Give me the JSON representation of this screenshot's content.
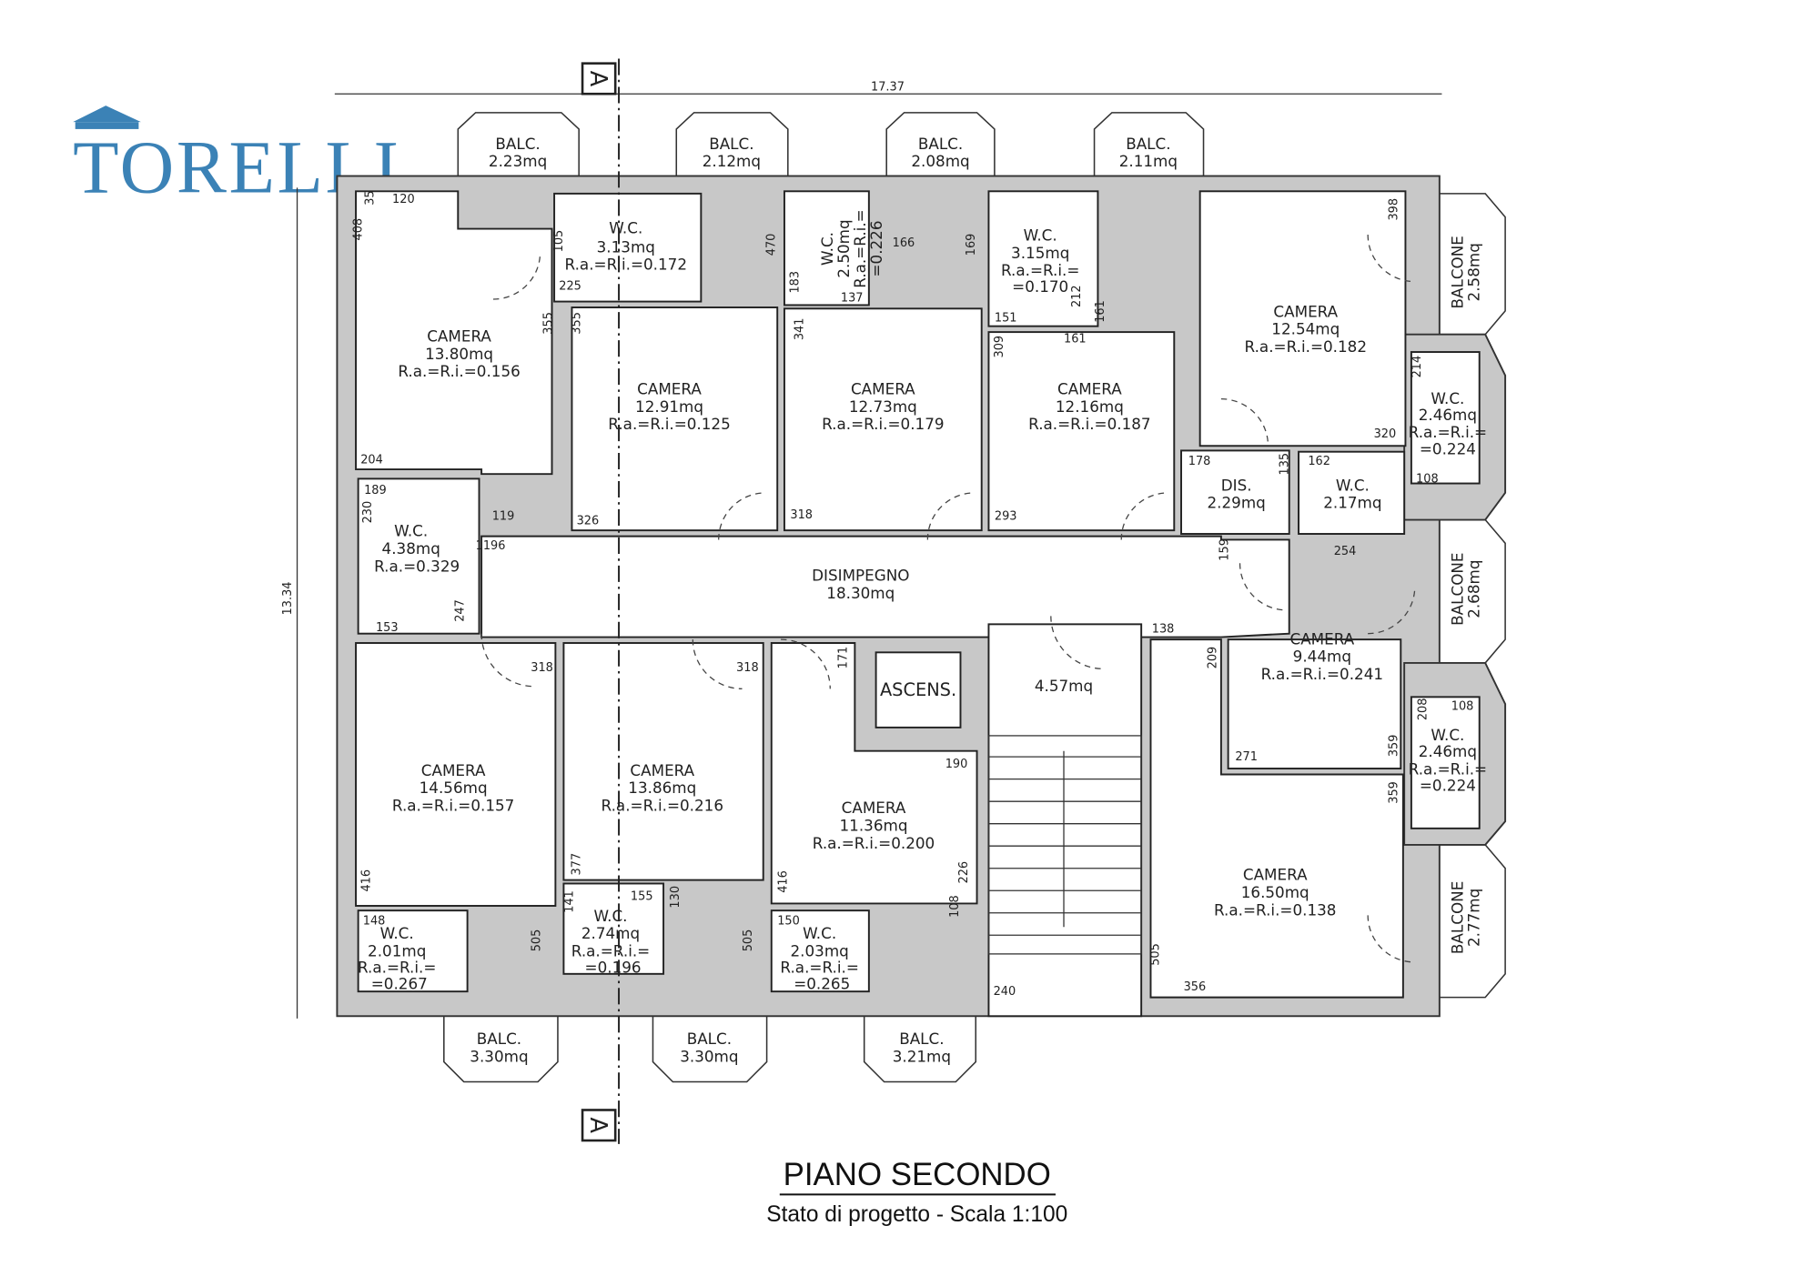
{
  "logo": {
    "text": "TORELLI",
    "roof_color": "#3b82b6",
    "t_color": "#b5434f"
  },
  "dimensions_overall": {
    "width": "17.37",
    "height": "13.34"
  },
  "section_marker": "A",
  "rooms": [
    {
      "name": "CAMERA",
      "area": "13.80mq",
      "ratio": "R.a.=R.i.=0.156"
    },
    {
      "name": "W.C.",
      "area": "3.13mq",
      "ratio": "R.a.=R.i.=0.172"
    },
    {
      "name": "CAMERA",
      "area": "12.91mq",
      "ratio": "R.a.=R.i.=0.125"
    },
    {
      "name": "W.C.",
      "area": "2.50mq",
      "ratio": "R.a.=R.i.=",
      "ratio2": "=0.226"
    },
    {
      "name": "CAMERA",
      "area": "12.73mq",
      "ratio": "R.a.=R.i.=0.179"
    },
    {
      "name": "W.C.",
      "area": "3.15mq",
      "ratio": "R.a.=R.i.=",
      "ratio2": "=0.170"
    },
    {
      "name": "CAMERA",
      "area": "12.16mq",
      "ratio": "R.a.=R.i.=0.187"
    },
    {
      "name": "CAMERA",
      "area": "12.54mq",
      "ratio": "R.a.=R.i.=0.182"
    },
    {
      "name": "W.C.",
      "area": "2.46mq",
      "ratio": "R.a.=R.i.=",
      "ratio2": "=0.224"
    },
    {
      "name": "DIS.",
      "area": "2.29mq"
    },
    {
      "name": "W.C.",
      "area": "2.17mq"
    },
    {
      "name": "W.C.",
      "area": "4.38mq",
      "ratio": "R.a.=0.329"
    },
    {
      "name": "DISIMPEGNO",
      "area": "18.30mq"
    },
    {
      "name": "CAMERA",
      "area": "9.44mq",
      "ratio": "R.a.=R.i.=0.241"
    },
    {
      "name": "W.C.",
      "area": "2.46mq",
      "ratio": "R.a.=R.i.=",
      "ratio2": "=0.224"
    },
    {
      "name": "CAMERA",
      "area": "14.56mq",
      "ratio": "R.a.=R.i.=0.157"
    },
    {
      "name": "CAMERA",
      "area": "13.86mq",
      "ratio": "R.a.=R.i.=0.216"
    },
    {
      "name": "ASCENS."
    },
    {
      "area": "4.57mq"
    },
    {
      "name": "CAMERA",
      "area": "11.36mq",
      "ratio": "R.a.=R.i.=0.200"
    },
    {
      "name": "CAMERA",
      "area": "16.50mq",
      "ratio": "R.a.=R.i.=0.138"
    },
    {
      "name": "W.C.",
      "area": "2.01mq",
      "ratio": "R.a.=R.i.=",
      "ratio2": "=0.267"
    },
    {
      "name": "W.C.",
      "area": "2.74mq",
      "ratio": "R.a.=R.i.=",
      "ratio2": "=0.196"
    },
    {
      "name": "W.C.",
      "area": "2.03mq",
      "ratio": "R.a.=R.i.=",
      "ratio2": "=0.265"
    }
  ],
  "balconies": [
    {
      "name": "BALC.",
      "area": "2.23mq"
    },
    {
      "name": "BALC.",
      "area": "2.12mq"
    },
    {
      "name": "BALC.",
      "area": "2.08mq"
    },
    {
      "name": "BALC.",
      "area": "2.11mq"
    },
    {
      "name": "BALCONE",
      "area": "2.58mq"
    },
    {
      "name": "BALCONE",
      "area": "2.68mq"
    },
    {
      "name": "BALCONE",
      "area": "2.77mq"
    },
    {
      "name": "BALC.",
      "area": "3.30mq"
    },
    {
      "name": "BALC.",
      "area": "3.30mq"
    },
    {
      "name": "BALC.",
      "area": "3.21mq"
    }
  ],
  "dims": [
    "408",
    "35",
    "120",
    "355",
    "355",
    "105",
    "225",
    "470",
    "183",
    "137",
    "166",
    "169",
    "341",
    "151",
    "212",
    "161",
    "161",
    "309",
    "398",
    "214",
    "320",
    "178",
    "135",
    "162",
    "204",
    "189",
    "230",
    "119",
    "1196",
    "326",
    "318",
    "293",
    "247",
    "153",
    "159",
    "254",
    "138",
    "209",
    "271",
    "359",
    "208",
    "108",
    "108",
    "359",
    "318",
    "318",
    "171",
    "190",
    "416",
    "377",
    "141",
    "155",
    "130",
    "416",
    "226",
    "108",
    "148",
    "150",
    "505",
    "505",
    "505",
    "356",
    "240"
  ],
  "title": "PIANO SECONDO",
  "subtitle": "Stato di progetto - Scala 1:100"
}
